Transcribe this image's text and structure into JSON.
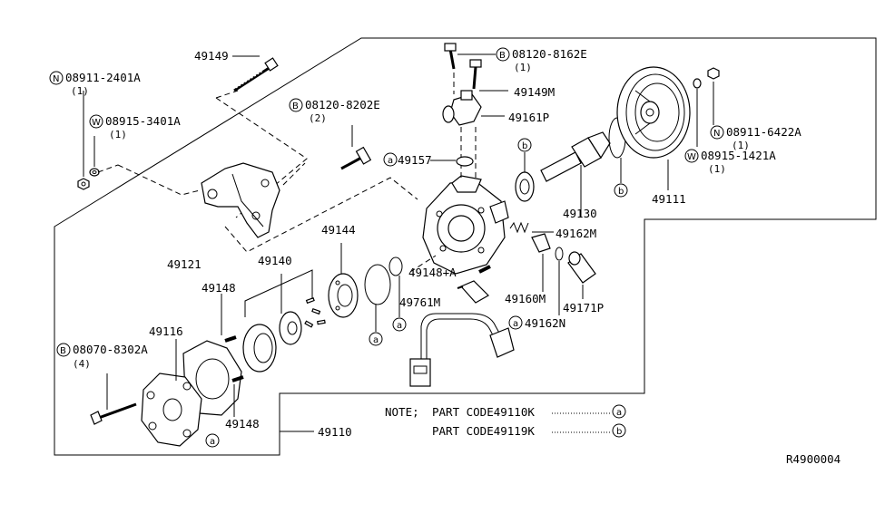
{
  "labels": {
    "p49149": "49149",
    "p08911_2401A": "08911-2401A",
    "p08911_2401A_q": "(1)",
    "p08915_3401A": "08915-3401A",
    "p08915_3401A_q": "(1)",
    "p08120_8202E": "08120-8202E",
    "p08120_8202E_q": "(2)",
    "p08120_8162E": "08120-8162E",
    "p08120_8162E_q": "(1)",
    "p49149M": "49149M",
    "p49161P": "49161P",
    "p49157": "49157",
    "p08911_6422A": "08911-6422A",
    "p08911_6422A_q": "(1)",
    "p08915_1421A": "08915-1421A",
    "p08915_1421A_q": "(1)",
    "p49111": "49111",
    "p49130": "49130",
    "p49162M": "49162M",
    "p49121": "49121",
    "p49144": "49144",
    "p49140": "49140",
    "p49148A": "49148+A",
    "p49148_1": "49148",
    "p49160M": "49160M",
    "p49171P": "49171P",
    "p49761M": "49761M",
    "p49162N": "49162N",
    "p49116": "49116",
    "p08070_8302A": "08070-8302A",
    "p08070_8302A_q": "(4)",
    "p49148_2": "49148",
    "p49110": "49110"
  },
  "prefixes": {
    "N": "N",
    "W": "W",
    "B": "B",
    "a": "a",
    "b": "b"
  },
  "notes": {
    "line1_prefix": "NOTE;",
    "line1_text": "PART CODE49110K",
    "line1_marker": "a",
    "line2_text": "PART CODE49119K",
    "line2_marker": "b"
  },
  "diagram_id": "R4900004"
}
